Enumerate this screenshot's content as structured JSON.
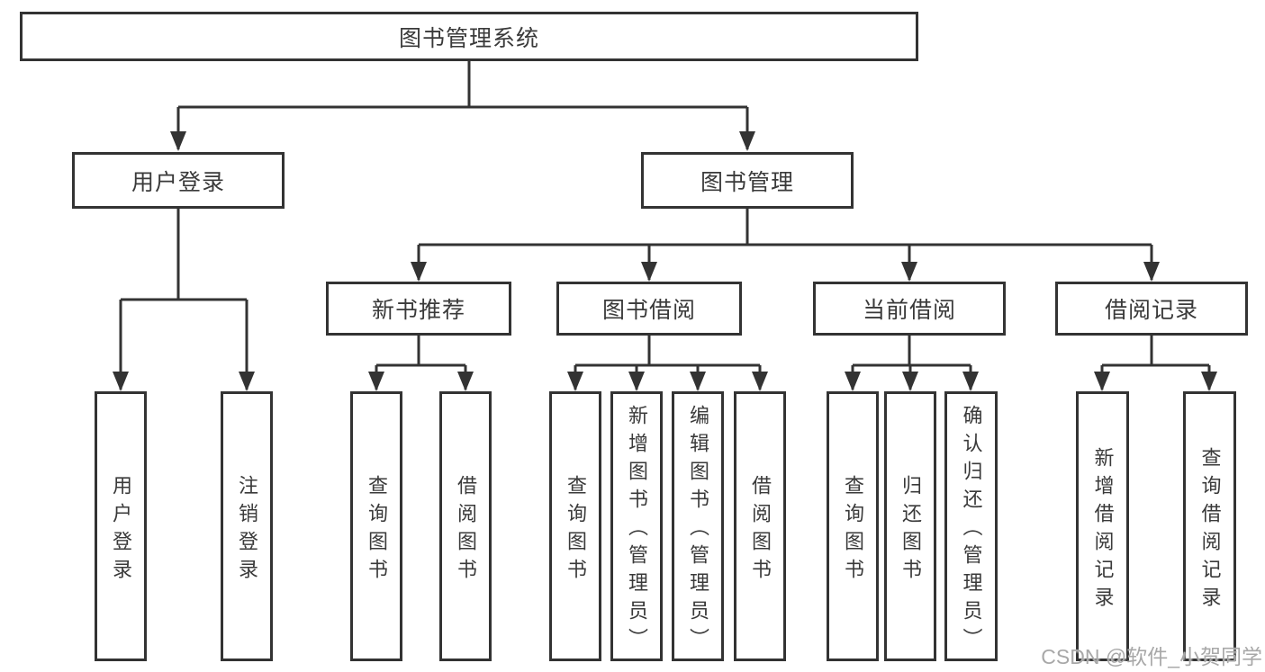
{
  "tree": {
    "label": "图书管理系统",
    "children": [
      {
        "label": "用户登录",
        "children": [
          {
            "label": "用户登录"
          },
          {
            "label": "注销登录"
          }
        ]
      },
      {
        "label": "图书管理",
        "children": [
          {
            "label": "新书推荐",
            "children": [
              {
                "label": "查询图书"
              },
              {
                "label": "借阅图书"
              }
            ]
          },
          {
            "label": "图书借阅",
            "children": [
              {
                "label": "查询图书"
              },
              {
                "label": "新增图书（管理员）"
              },
              {
                "label": "编辑图书（管理员）"
              },
              {
                "label": "借阅图书"
              }
            ]
          },
          {
            "label": "当前借阅",
            "children": [
              {
                "label": "查询图书"
              },
              {
                "label": "归还图书"
              },
              {
                "label": "确认归还（管理员）"
              }
            ]
          },
          {
            "label": "借阅记录",
            "children": [
              {
                "label": "新增借阅记录"
              },
              {
                "label": "查询借阅记录"
              }
            ]
          }
        ]
      }
    ]
  },
  "watermark": "CSDN @软件_小贺同学",
  "colors": {
    "line": "#333333",
    "text": "#3a3a3a",
    "watermark": "#a8a8a8",
    "background": "#ffffff"
  }
}
